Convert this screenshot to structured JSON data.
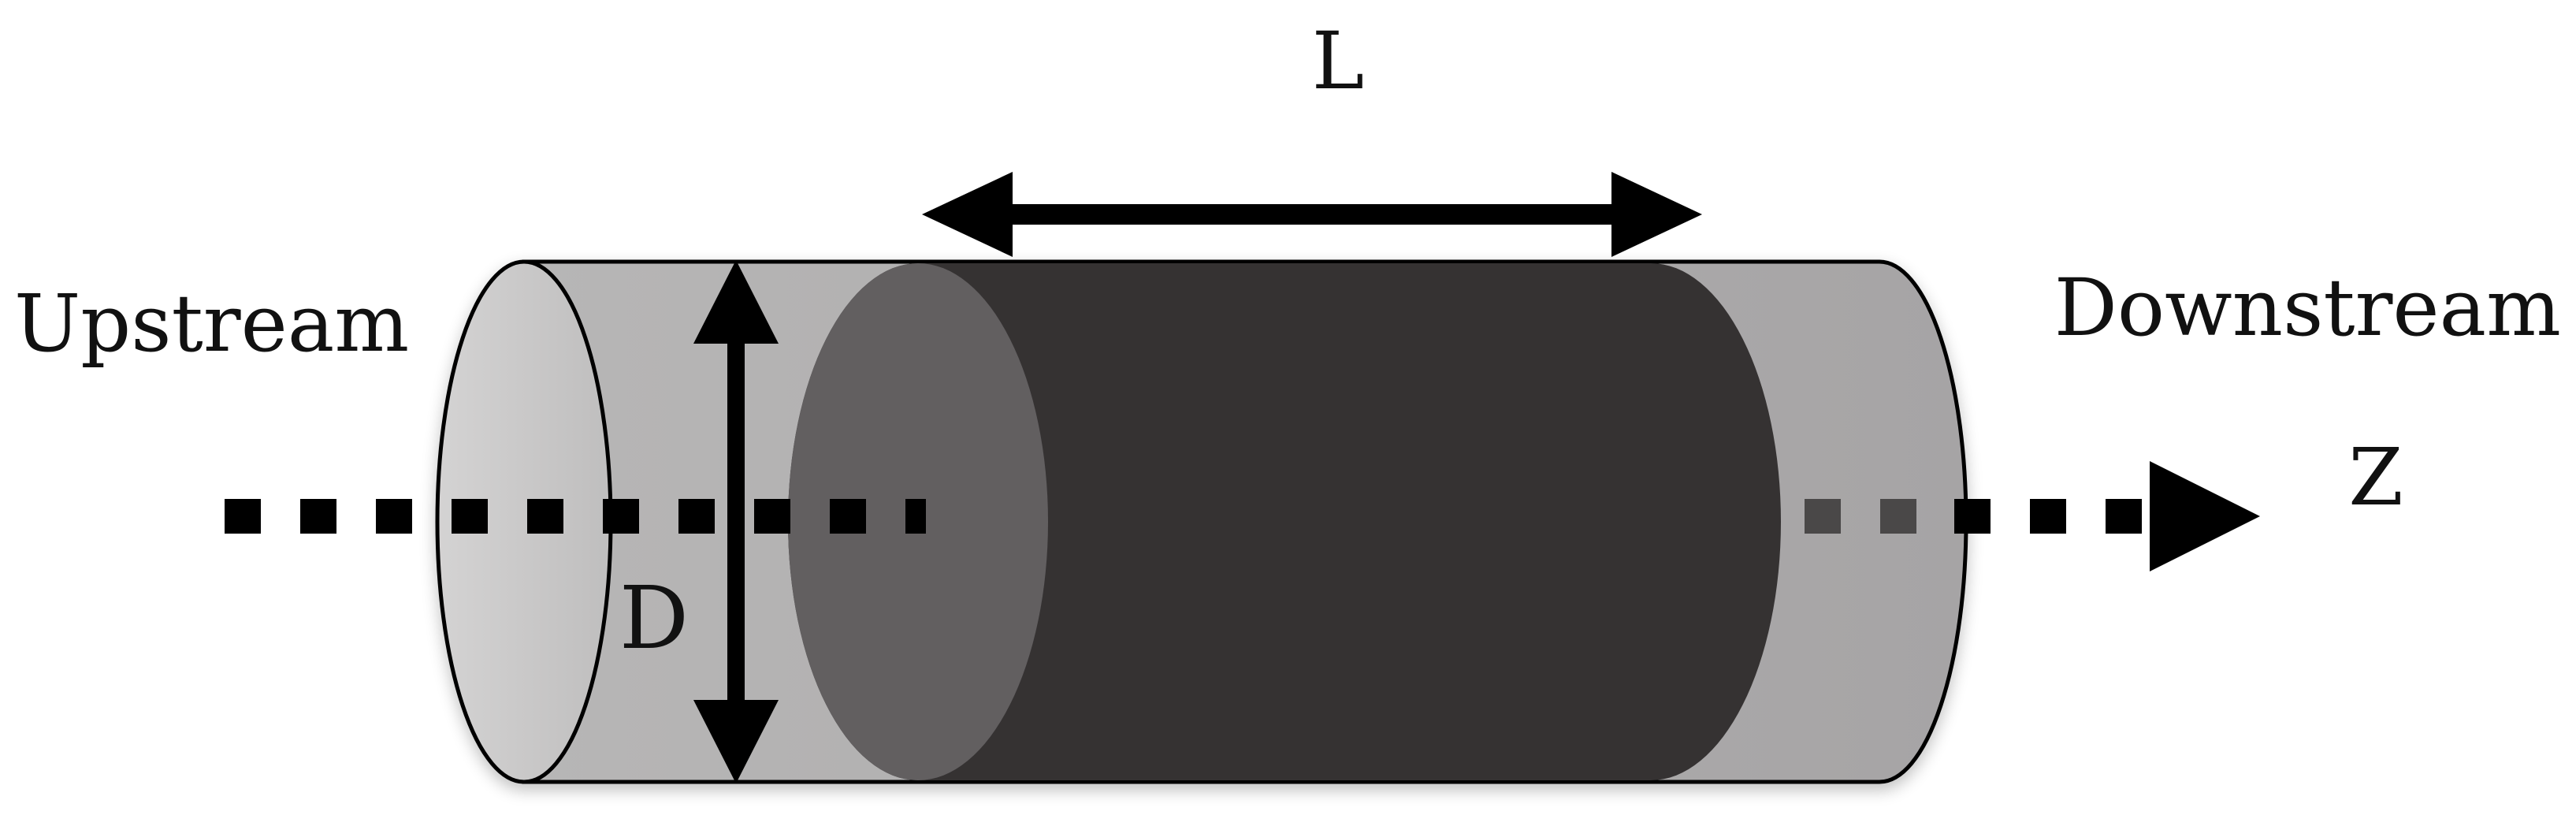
{
  "labels": {
    "length": "L",
    "diameter": "D",
    "upstream": "Upstream",
    "downstream": "Downstream",
    "axis": "Z"
  },
  "colors": {
    "background": "#ffffff",
    "outline": "#000000",
    "tube_fill": "#a8a6a7",
    "tube_shade_left": "#bdbcbc",
    "left_cap_fill": "#d8d8d8",
    "dark_section_fill": "#353233",
    "dark_section_cap": "#625f60",
    "dashed_axis": "#000000",
    "inside_dash": "#4a4848",
    "arrow": "#000000"
  },
  "icons": {
    "length_arrow": "double-headed-horizontal-arrow",
    "diameter_arrow": "double-headed-vertical-arrow",
    "axis_arrow": "dashed-right-arrow"
  }
}
